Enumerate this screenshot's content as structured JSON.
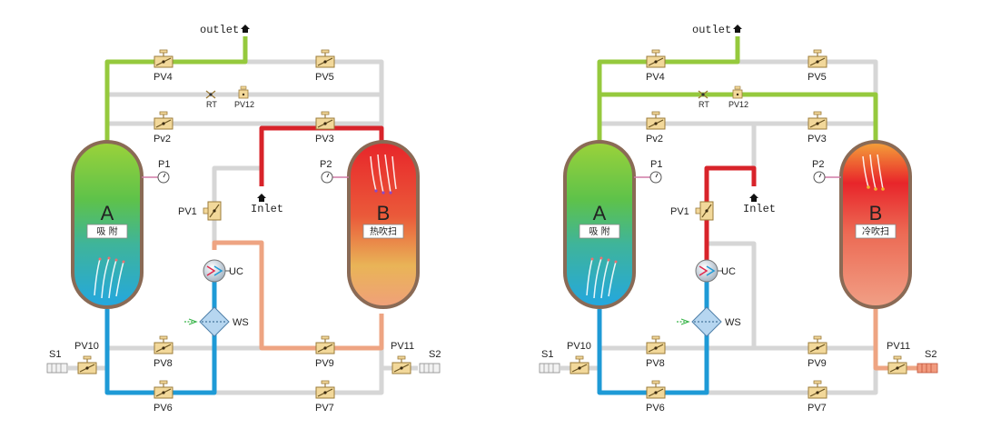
{
  "colors": {
    "green_pipe": "#95c93d",
    "gray_pipe": "#d6d6d6",
    "red_pipe": "#d8232a",
    "blue_pipe": "#1e9ad6",
    "salmon_pipe": "#eea482",
    "valve_body": "#f2d89a",
    "valve_edge": "#9b7b3a"
  },
  "diagrams": [
    {
      "outlet": "outlet",
      "inlet": "Inlet",
      "vessel_a": {
        "letter": "A",
        "mode": "吸 附"
      },
      "vessel_b": {
        "letter": "B",
        "mode": "热吹扫"
      },
      "valves": {
        "pv1": "PV1",
        "pv2": "Pv2",
        "pv3": "PV3",
        "pv4": "PV4",
        "pv5": "PV5",
        "pv6": "PV6",
        "pv7": "PV7",
        "pv8": "PV8",
        "pv9": "PV9",
        "pv10": "PV10",
        "pv11": "PV11",
        "pv12": "PV12",
        "rt": "RT"
      },
      "gauges": {
        "p1": "P1",
        "p2": "P2"
      },
      "silencers": {
        "s1": "S1",
        "s2": "S2"
      },
      "units": {
        "uc": "UC",
        "ws": "WS"
      }
    },
    {
      "outlet": "outlet",
      "inlet": "Inlet",
      "vessel_a": {
        "letter": "A",
        "mode": "吸 附"
      },
      "vessel_b": {
        "letter": "B",
        "mode": "冷吹扫"
      },
      "valves": {
        "pv1": "PV1",
        "pv2": "Pv2",
        "pv3": "PV3",
        "pv4": "PV4",
        "pv5": "PV5",
        "pv6": "PV6",
        "pv7": "PV7",
        "pv8": "PV8",
        "pv9": "PV9",
        "pv10": "PV10",
        "pv11": "PV11",
        "pv12": "PV12",
        "rt": "RT"
      },
      "gauges": {
        "p1": "P1",
        "p2": "P2"
      },
      "silencers": {
        "s1": "S1",
        "s2": "S2"
      },
      "units": {
        "uc": "UC",
        "ws": "WS"
      }
    }
  ]
}
